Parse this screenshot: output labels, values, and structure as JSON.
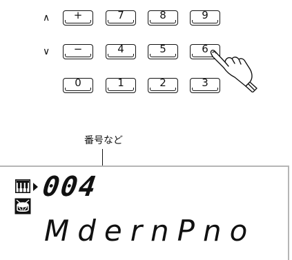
{
  "keypad": {
    "up_arrow": "∧",
    "down_arrow": "∨",
    "row1": [
      "+",
      "7",
      "8",
      "9"
    ],
    "row2": [
      "−",
      "4",
      "5",
      "6"
    ],
    "row3": [
      "0",
      "1",
      "2",
      "3"
    ],
    "pressed_key": "6"
  },
  "callout": {
    "label": "番号など"
  },
  "display": {
    "tone_number": "004",
    "tone_name": "MdernPno",
    "icons": [
      "keyboard-icon",
      "drum-icon",
      "play-marker"
    ]
  }
}
